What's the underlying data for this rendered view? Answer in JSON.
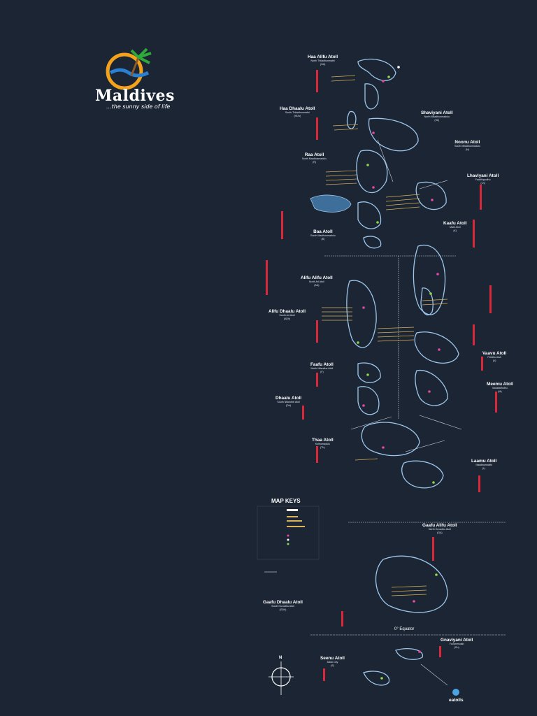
{
  "logo": {
    "wordmark": "Maldives",
    "tagline": "...the sunny side of life"
  },
  "atolls": [
    {
      "name": "Haa Alifu Atoll",
      "sub": "North Thiladhunmathi",
      "code": "(HA)"
    },
    {
      "name": "Haa Dhaalu Atoll",
      "sub": "South Thiladhunmathi",
      "code": "(HDh)"
    },
    {
      "name": "Shaviyani Atoll",
      "sub": "North Miladhunmadulu",
      "code": "(Sh)"
    },
    {
      "name": "Noonu Atoll",
      "sub": "South Miladhunmadulu",
      "code": "(N)"
    },
    {
      "name": "Raa Atoll",
      "sub": "North Maalhosmadulu",
      "code": "(R)"
    },
    {
      "name": "Lhaviyani Atoll",
      "sub": "Faadhippolhu",
      "code": "(Lh)"
    },
    {
      "name": "Baa Atoll",
      "sub": "South Maalhosmadulu",
      "code": "(B)"
    },
    {
      "name": "Kaafu Atoll",
      "sub": "Malé Atoll",
      "code": "(K)"
    },
    {
      "name": "Alifu Alifu Atoll",
      "sub": "North Ari Atoll",
      "code": "(AA)"
    },
    {
      "name": "Alifu Dhaalu Atoll",
      "sub": "South Ari Atoll",
      "code": "(ADh)"
    },
    {
      "name": "Vaavu Atoll",
      "sub": "Felidhu Atoll",
      "code": "(V)"
    },
    {
      "name": "Faafu Atoll",
      "sub": "North Nilandhe Atoll",
      "code": "(F)"
    },
    {
      "name": "Meemu Atoll",
      "sub": "Mulakatholhu",
      "code": "(M)"
    },
    {
      "name": "Dhaalu Atoll",
      "sub": "South Nilandhe Atoll",
      "code": "(Dh)"
    },
    {
      "name": "Thaa Atoll",
      "sub": "Kolhumadulu",
      "code": "(Th)"
    },
    {
      "name": "Laamu Atoll",
      "sub": "Haddhunmathi",
      "code": "(L)"
    },
    {
      "name": "Gaafu Alifu Atoll",
      "sub": "North Huvadhu Atoll",
      "code": "(GA)"
    },
    {
      "name": "Gaafu Dhaalu Atoll",
      "sub": "South Huvadhu Atoll",
      "code": "(GDh)"
    },
    {
      "name": "Gnaviyani Atoll",
      "sub": "Fuvammulah",
      "code": "(Gn)"
    },
    {
      "name": "Seenu Atoll",
      "sub": "Addu City",
      "code": "(S)"
    }
  ],
  "equator": "0° Equator",
  "map_keys": {
    "title": "MAP KEYS"
  },
  "brand": "eatolls",
  "compass": {
    "north": "N"
  },
  "colors": {
    "background": "#1b2534",
    "island": "#3e6f9a",
    "island_edge": "#9dc6ea",
    "label_gold": "#d9b25a",
    "dive_red": "#d8283a"
  }
}
